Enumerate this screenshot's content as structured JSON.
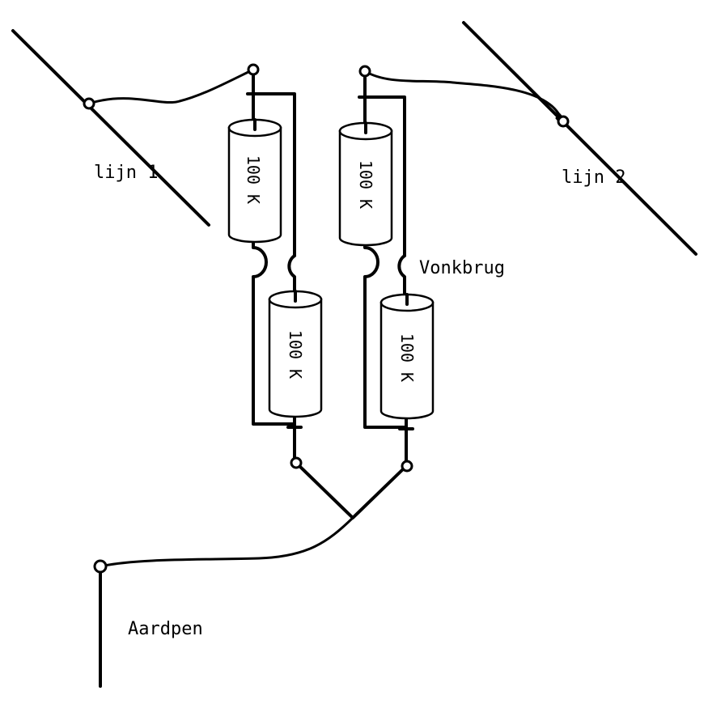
{
  "labels": {
    "line1": "lijn 1",
    "line2": "lijn 2",
    "spark_gap": "Vonkbrug",
    "ground": "Aardpen"
  },
  "resistors": [
    {
      "value": "100 K"
    },
    {
      "value": "100 K"
    },
    {
      "value": "100 K"
    },
    {
      "value": "100 K"
    }
  ]
}
